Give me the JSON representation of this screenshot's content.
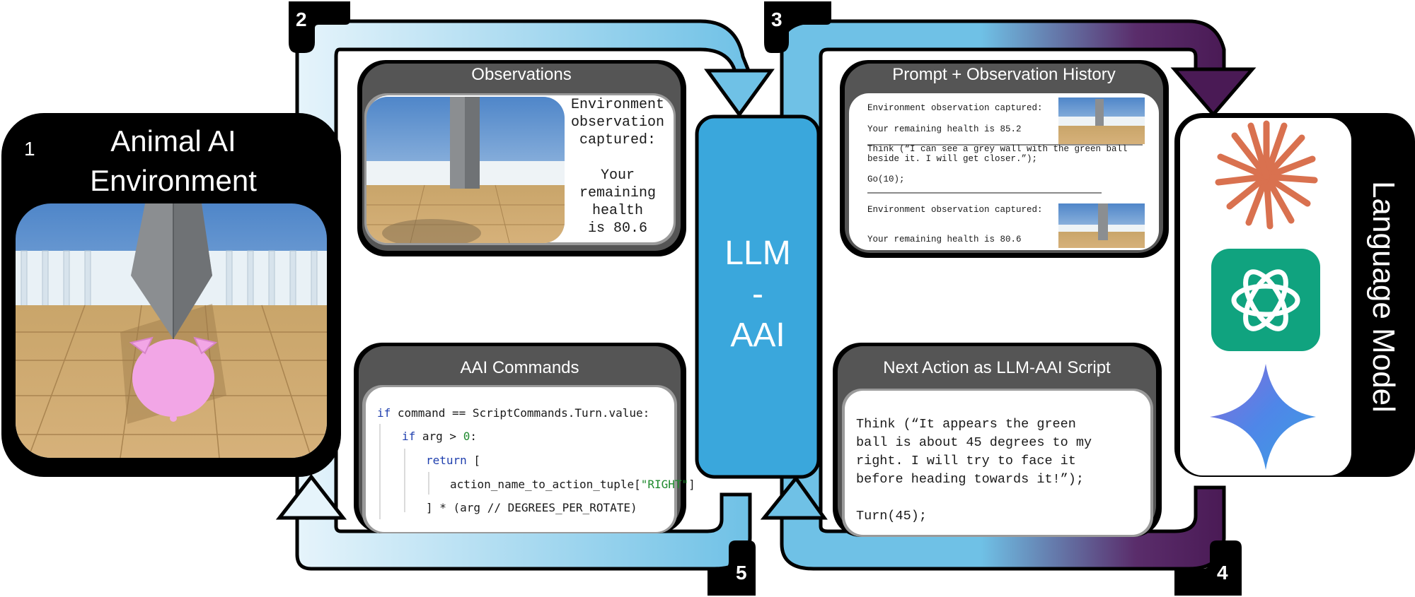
{
  "steps": {
    "one": "1",
    "two": "2",
    "three": "3",
    "four": "4",
    "five": "5"
  },
  "environment": {
    "title_line1": "Animal AI",
    "title_line2": "Environment"
  },
  "observations": {
    "title": "Observations",
    "text_lines": [
      "Environment",
      "observation",
      "captured:",
      "",
      "Your",
      "remaining",
      "health",
      "is 80.6"
    ]
  },
  "commands": {
    "title": "AAI Commands",
    "code": {
      "line1_kw": "if",
      "line1_rest": " command == ScriptCommands.Turn.value:",
      "line2_kw": "if",
      "line2_rest": " arg > ",
      "line2_num": "0",
      "line2_end": ":",
      "line3_kw": "return",
      "line3_rest": " [",
      "line4_pre": "action_name_to_action_tuple[",
      "line4_str": "\"RIGHT\"",
      "line4_end": "]",
      "line5": "] * (arg // DEGREES_PER_ROTATE)"
    }
  },
  "center": {
    "line1": "LLM",
    "line2": "-",
    "line3": "AAI"
  },
  "history": {
    "title": "Prompt + Observation History",
    "obs1": "Environment observation captured:",
    "health1": "Your remaining health is 85.2",
    "think1_line1": "Think (“I can see a grey wall with the green ball",
    "think1_line2": "beside it. I will get closer.”);",
    "go": "Go(10);",
    "obs2": "Environment observation captured:",
    "health2": "Your remaining health is 80.6"
  },
  "next_action": {
    "title": "Next Action as LLM-AAI Script",
    "lines": [
      "Think (“It appears the green",
      "ball is about 45 degrees to my",
      "right. I will try to face it",
      "before heading towards it!”);",
      "",
      "Turn(45);"
    ]
  },
  "language_model": {
    "label": "Language Model",
    "icons": [
      "claude-starburst-icon",
      "openai-knot-icon",
      "gemini-sparkle-icon"
    ]
  },
  "colors": {
    "arrow_light": "#8fcdea",
    "arrow_mid": "#4fb0e0",
    "arrow_purple": "#4a1a55",
    "center_blue": "#3aa7dc",
    "panel_dark": "#555555",
    "black": "#000000",
    "claude_orange": "#d9714f",
    "openai_green": "#10a37f"
  }
}
